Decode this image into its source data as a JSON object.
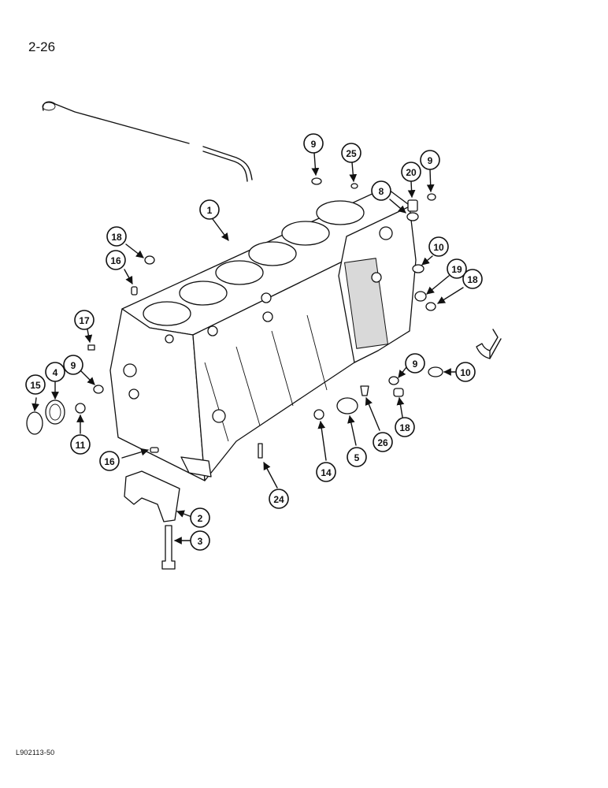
{
  "page_number": "2-26",
  "figure_code": "L902113-50",
  "callouts": [
    {
      "label": "1"
    },
    {
      "label": "9"
    },
    {
      "label": "25"
    },
    {
      "label": "20"
    },
    {
      "label": "9"
    },
    {
      "label": "8"
    },
    {
      "label": "18"
    },
    {
      "label": "16"
    },
    {
      "label": "10"
    },
    {
      "label": "19"
    },
    {
      "label": "18"
    },
    {
      "label": "17"
    },
    {
      "label": "9"
    },
    {
      "label": "15"
    },
    {
      "label": "4"
    },
    {
      "label": "11"
    },
    {
      "label": "16"
    },
    {
      "label": "9"
    },
    {
      "label": "10"
    },
    {
      "label": "18"
    },
    {
      "label": "26"
    },
    {
      "label": "5"
    },
    {
      "label": "14"
    },
    {
      "label": "24"
    },
    {
      "label": "2"
    },
    {
      "label": "3"
    }
  ]
}
